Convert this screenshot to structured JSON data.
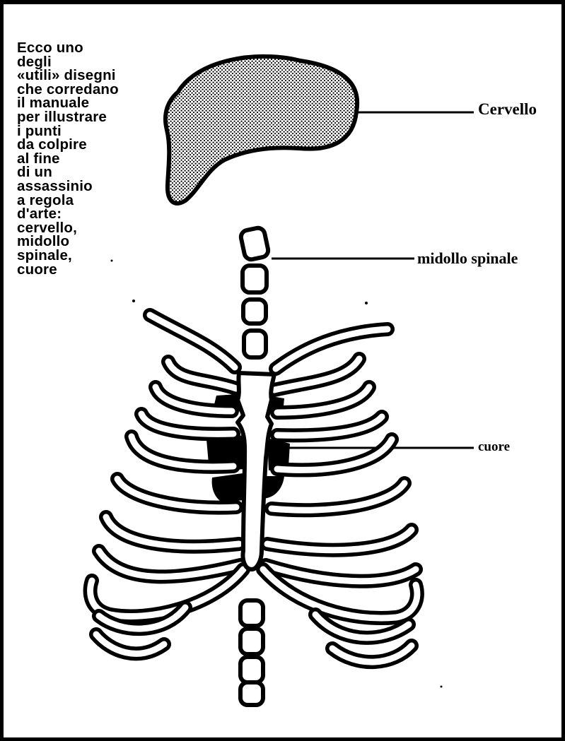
{
  "caption": {
    "lines": [
      "Ecco uno",
      "degli",
      "«utili» disegni",
      "che corredano",
      "il manuale",
      "per illustrare",
      "i punti",
      "da colpire",
      "al fine",
      "di un",
      "assassinio",
      "a regola",
      "d'arte:",
      "cervello,",
      "midollo",
      "spinale,",
      "cuore"
    ]
  },
  "labels": {
    "brain": "Cervello",
    "spine": "midollo spinale",
    "heart": "cuore"
  },
  "colors": {
    "ink": "#000000",
    "paper": "#ffffff",
    "shading": "#000000"
  }
}
